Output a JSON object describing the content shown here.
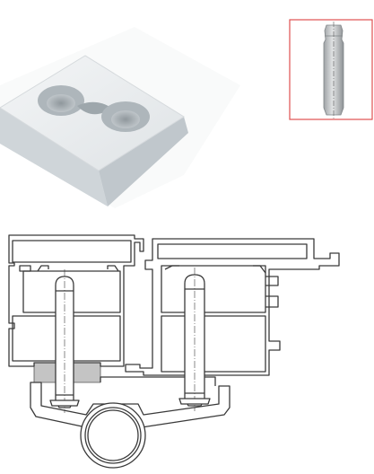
{
  "figure": {
    "components": [
      {
        "name": "connector-block",
        "icon": "rectangular-plate-with-two-countersunk-holes"
      },
      {
        "name": "alignment-pin",
        "icon": "cylindrical-pin",
        "highlight_color": "#e8404a"
      },
      {
        "name": "profile-cross-section",
        "icon": "aluminium-profile-section"
      }
    ],
    "colors": {
      "line": "#3a3a3a",
      "plate": "#e9ecee",
      "plate_shadow": "#c9cfd3",
      "pin": "#c8cbcd",
      "gray_fill": "#c4c4c4",
      "frame": "#e05050"
    }
  }
}
